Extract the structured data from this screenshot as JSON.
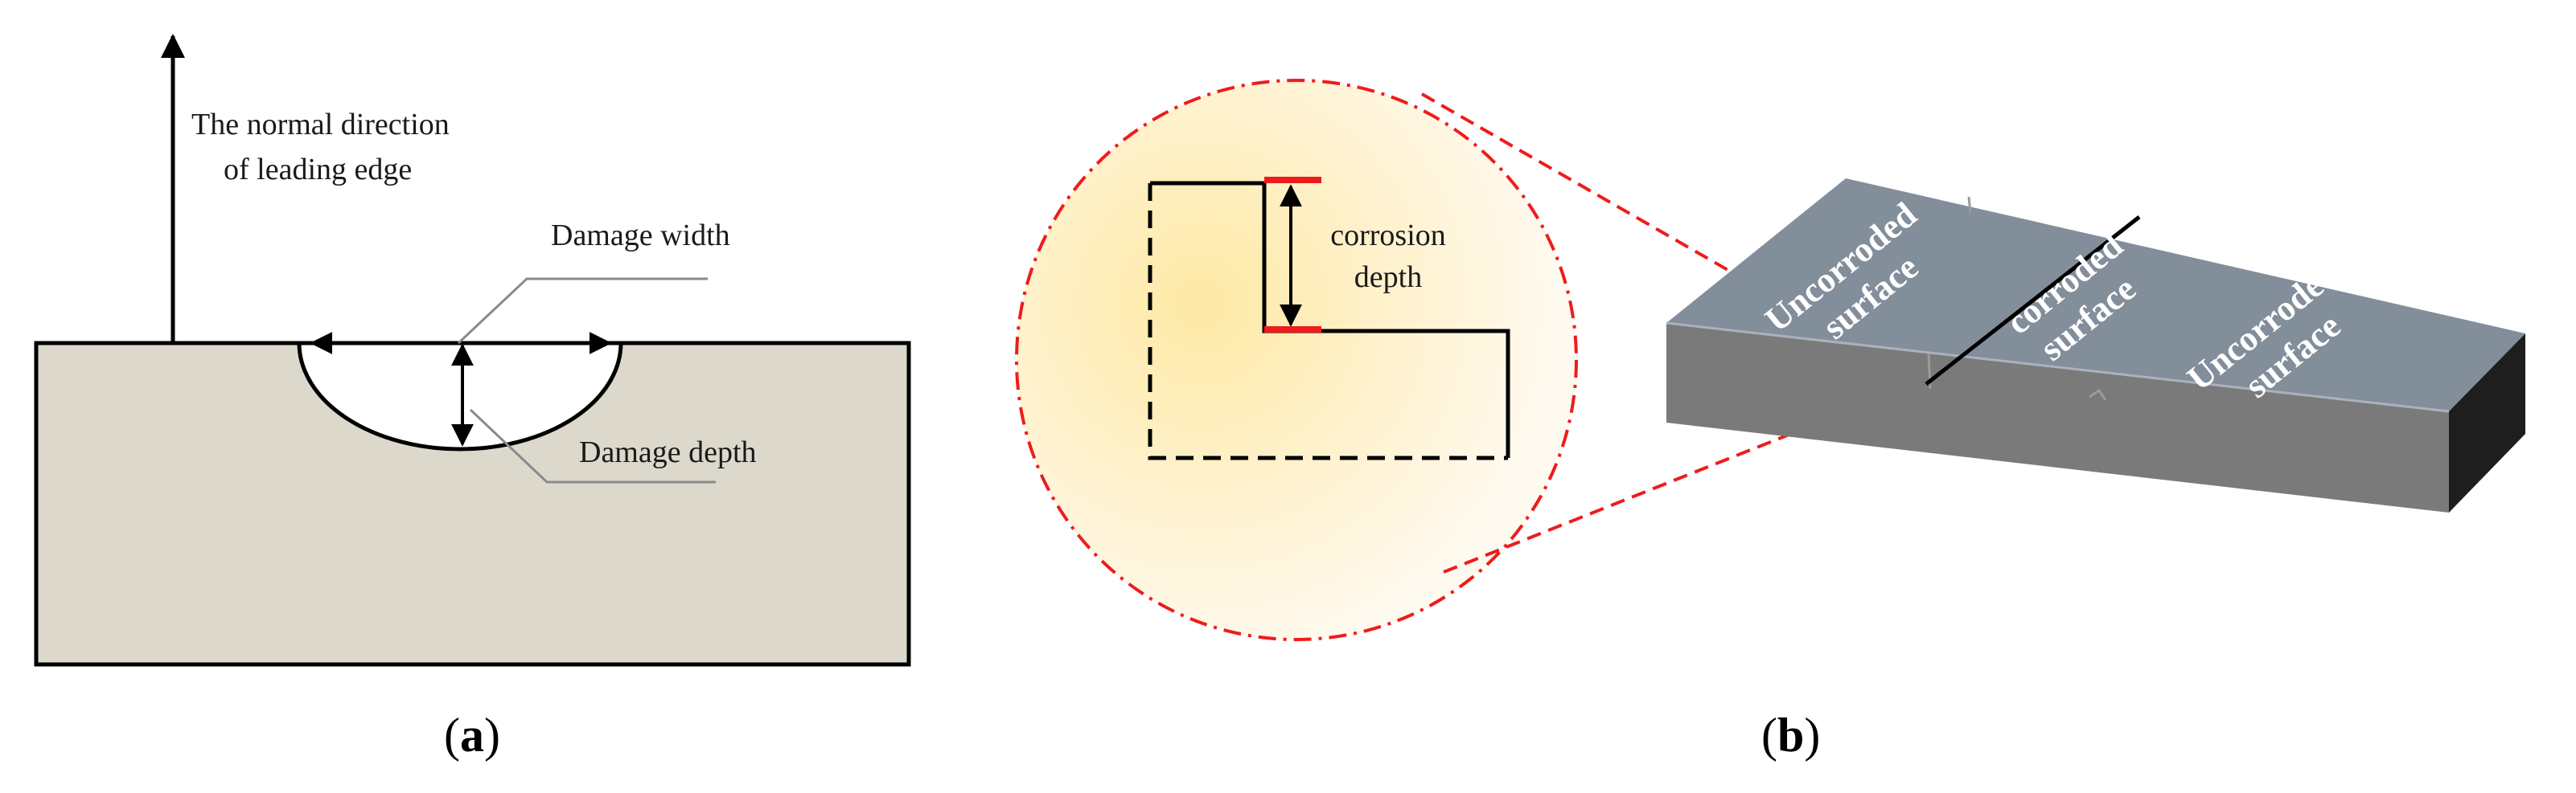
{
  "panel_a": {
    "normal_direction_line1": "The normal direction",
    "normal_direction_line2": "of leading edge",
    "damage_width": "Damage width",
    "damage_depth": "Damage depth",
    "caption_open": "(",
    "caption_letter": "a",
    "caption_close": ")"
  },
  "panel_b": {
    "corrosion_line1": "corrosion",
    "corrosion_line2": "depth",
    "surface_left_line1": "Uncorroded",
    "surface_left_line2": "surface",
    "surface_mid_line1": "corroded",
    "surface_mid_line2": "surface",
    "surface_right_line1": "Uncorroded",
    "surface_right_line2": "surface",
    "caption_open": "(",
    "caption_letter": "b",
    "caption_close": ")"
  },
  "colors": {
    "block_fill": "#dcd9cc",
    "magnifier_center": "#fde9a4",
    "magnifier_edge": "#fff8e6",
    "highlight_red": "#ee1c1c",
    "plate_top": "#838e9b",
    "plate_front": "#7a7a7a",
    "plate_side": "#222222"
  },
  "icons": [
    "arrow-up-icon",
    "double-arrow-icon"
  ]
}
